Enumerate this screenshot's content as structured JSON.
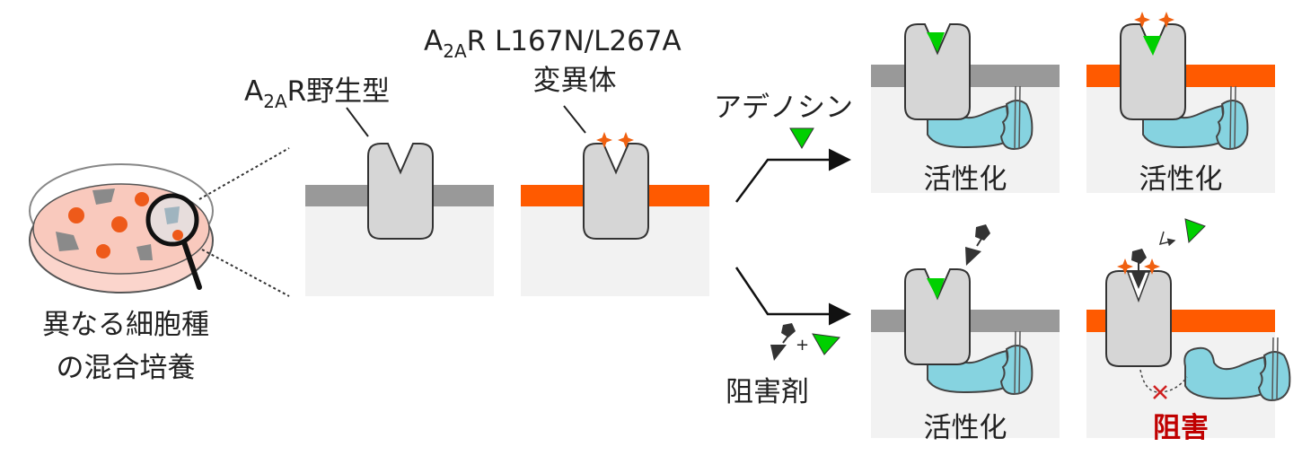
{
  "colors": {
    "wildtype_membrane": "#999999",
    "mutant_membrane": "#ff5a00",
    "receptor": "#d6d6d6",
    "g_protein": "#86d3e0",
    "agonist": "#00d000",
    "mutation_star": "#f06010",
    "inhibit_text": "#c00000"
  },
  "culture": {
    "label_line1": "異なる細胞種",
    "label_line2": "の混合培養"
  },
  "wildtype": {
    "label_a": "A",
    "label_sub": "2A",
    "label_rest": "R野生型"
  },
  "mutant": {
    "label_a": "A",
    "label_sub": "2A",
    "label_rest": "R L167N/L267A",
    "label_line2": "変異体"
  },
  "treatments": {
    "agonist_label": "アデノシン",
    "antagonist_label": "阻害剤",
    "plus": "+"
  },
  "results": {
    "top_wildtype": "活性化",
    "top_mutant": "活性化",
    "bottom_wildtype": "活性化",
    "bottom_mutant": "阻害"
  }
}
